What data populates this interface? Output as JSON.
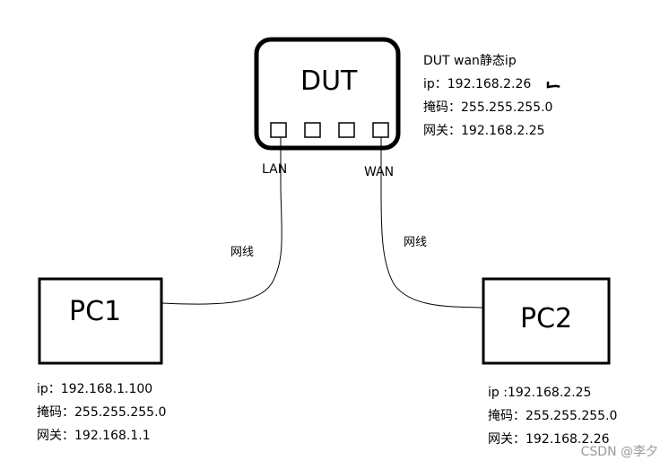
{
  "dut": {
    "name": "DUT",
    "lan_label": "LAN",
    "wan_label": "WAN",
    "info": [
      "DUT wan静态ip",
      "ip：192.168.2.26",
      "掩码：255.255.255.0",
      "网关：192.168.2.25"
    ]
  },
  "pc1": {
    "name": "PC1",
    "cable_label": "网线",
    "info": [
      "ip：192.168.1.100",
      "掩码：255.255.255.0",
      "网关：192.168.1.1"
    ]
  },
  "pc2": {
    "name": "PC2",
    "cable_label": "网线",
    "info": [
      "ip :192.168.2.25",
      "掩码：255.255.255.0",
      "网关：192.168.2.26"
    ]
  },
  "watermark": "CSDN @李夕"
}
